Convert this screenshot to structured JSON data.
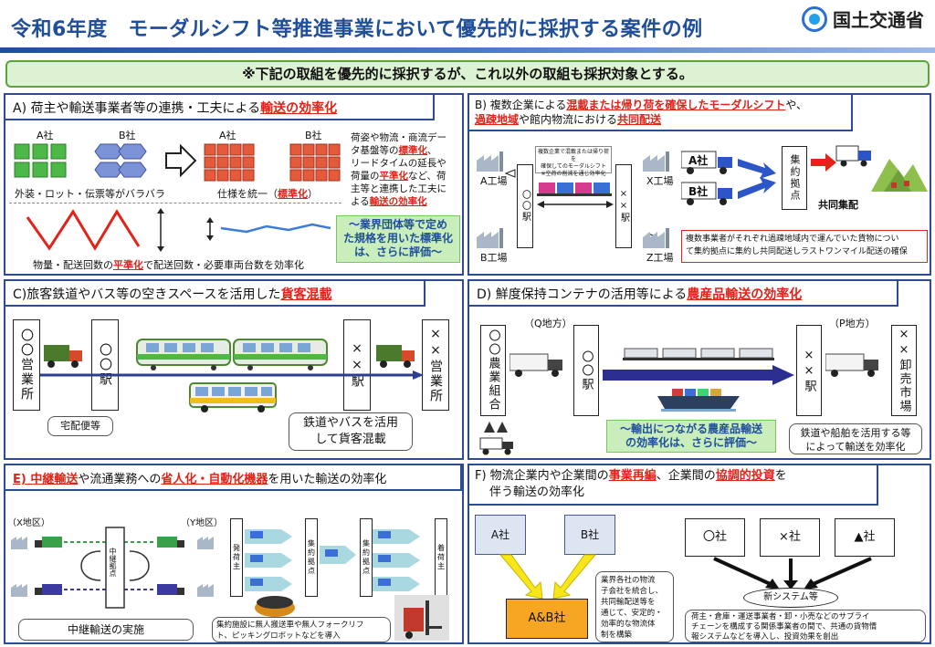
{
  "header": {
    "title": "令和6年度　モーダルシフト等推進事業において優先的に採択する案件の例",
    "ministry": "国土交通省"
  },
  "notice": "※下記の取組を優先的に採択するが、これ以外の取組も採択対象とする。",
  "panelA": {
    "heading_pre": "A) 荷主や輸送事業者等の連携・工夫による",
    "heading_red": "輸送の効率化",
    "company_a": "A社",
    "company_b": "B社",
    "company_a2": "A社",
    "company_b2": "B社",
    "caption_left": "外装・ロット・伝票等がバラバラ",
    "caption_right_pre": "仕様を統一（",
    "caption_right_red": "標準化",
    "caption_right_post": "）",
    "desc_1": "荷姿や物流・商流デー",
    "desc_2_pre": "タ基盤等の",
    "desc_2_red": "標準化",
    "desc_2_post": "、",
    "desc_3": "リードタイムの延長や",
    "desc_4_pre": "荷量の",
    "desc_4_red": "平準化",
    "desc_4_post": "など、荷",
    "desc_5": "主等と連携した工夫に",
    "desc_6_pre": "よる",
    "desc_6_red": "輸送の効率化",
    "bottom_pre": "物量・配送回数の",
    "bottom_red": "平準化",
    "bottom_post": "で配送回数・必要車両台数を効率化",
    "green_1": "～業界団体等で定め",
    "green_2": "た規格を用いた標準化",
    "green_3": "は、さらに評価～"
  },
  "panelB": {
    "heading_pre": "B) 複数企業による",
    "heading_red1": "混載または帰り荷を確保したモーダルシフト",
    "heading_mid": "や、",
    "heading_red2": "過疎地域",
    "heading_mid2": "や館内物流における",
    "heading_red3": "共同配送",
    "factory_a": "A工場",
    "factory_b": "B工場",
    "factory_x": "X工場",
    "factory_z": "Z工場",
    "station_oo": "〇〇駅",
    "station_xx": "××駅",
    "note_1": "複数企業で混載または帰り荷を",
    "note_2": "確保してのモーダルシフト",
    "note_3": "※空荷の削減を通じ効率化",
    "truck_a": "A社",
    "truck_b": "B社",
    "hub": "集約拠点",
    "joint": "共同集配",
    "desc_1": "複数事業者がそれぞれ過疎地域内で運んでいた貨物につい",
    "desc_2": "て集約拠点に集約し共同配送しラストワンマイル配送の確保"
  },
  "panelC": {
    "heading_pre": "C)旅客鉄道やバス等の空きスペースを活用した",
    "heading_red": "貨客混載",
    "office_left": "〇〇営業所",
    "station_left": "〇〇駅",
    "station_right": "××駅",
    "office_right": "××営業所",
    "courier": "宅配便等",
    "callout_1": "鉄道やバスを活用",
    "callout_2": "して貨客混載"
  },
  "panelD": {
    "heading_pre": "D) 鮮度保持コンテナの活用等による",
    "heading_red": "農産品輸送の効率化",
    "region_q": "（Q地方）",
    "region_p": "（P地方）",
    "coop": "〇〇農業組合",
    "station_left": "〇〇駅",
    "station_right": "××駅",
    "market": "××卸売市場",
    "green_1": "～輸出につながる農産品輸送",
    "green_2": "の効率化は、さらに評価～",
    "callout_1": "鉄道や船舶を活用する等",
    "callout_2": "によって輸送を効率化"
  },
  "panelE": {
    "heading_red1": "E) 中継輸送",
    "heading_mid": "や流通業務への",
    "heading_red2": "省人化・自動化機器",
    "heading_post": "を用いた輸送の効率化",
    "region_x": "（X地区）",
    "region_y": "（Y地区）",
    "relay_hub": "中継拠点",
    "relay_caption": "中継輸送の実施",
    "shipper": "発荷主",
    "hub1": "集約拠点",
    "hub2": "集約拠点",
    "consignee": "着荷主",
    "auto_1": "集約施設に無人搬送車や無人フォークリフ",
    "auto_2": "ト、ピッキングロボットなどを導入"
  },
  "panelF": {
    "heading_1_pre": "F) 物流企業内や企業間の",
    "heading_1_red1": "事業再編",
    "heading_1_mid": "、企業間の",
    "heading_1_red2": "協調的投資",
    "heading_1_post": "を",
    "heading_2": "伴う輸送の効率化",
    "company_a": "A社",
    "company_b": "B社",
    "merged": "A&B社",
    "merge_desc_1": "業界各社の物流",
    "merge_desc_2": "子会社を統合し、",
    "merge_desc_3": "共同輸配送等を",
    "merge_desc_4": "通じて、安定的・",
    "merge_desc_5": "効率的な物流体",
    "merge_desc_6": "制を構築",
    "co_circle": "〇社",
    "co_cross": "×社",
    "co_tri": "▲社",
    "new_system": "新システム等",
    "sys_desc_1": "荷主・倉庫・運送事業者・卸・小売などのサプライ",
    "sys_desc_2": "チェーンを構成する関係事業者の間で、共通の貨物情",
    "sys_desc_3": "報システムなどを導入し、投資効果を創出"
  }
}
